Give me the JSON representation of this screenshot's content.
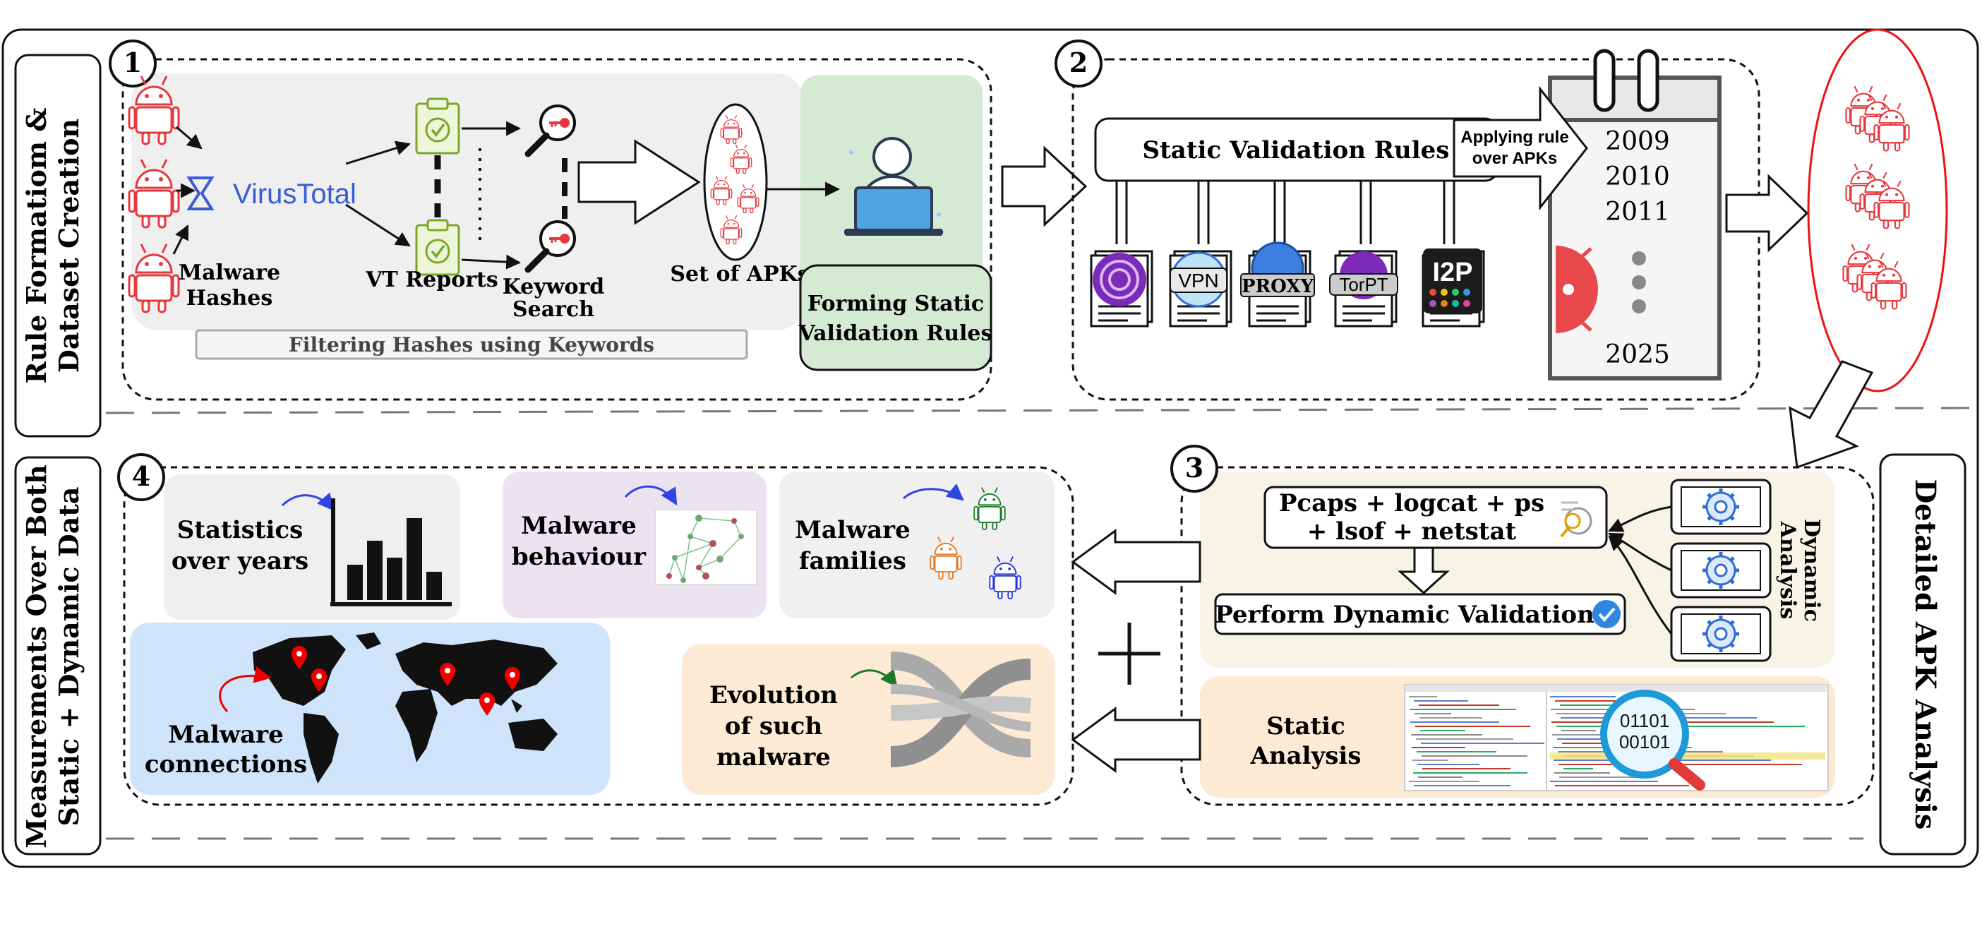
{
  "side_labels": {
    "top_left": "Rule Formatiom &\nDataset Creation",
    "bottom_left": "Measurements Over Both\nStatic + Dynamic Data",
    "right": "Detailed APK Analysis"
  },
  "steps": [
    "1",
    "2",
    "3",
    "4"
  ],
  "stage1": {
    "virustotal": "VirusTotal",
    "malware_hashes": "Malware\nHashes",
    "vt_reports": "VT Reports",
    "keyword_search": "Keyword\nSearch",
    "set_of_apks": "Set of APKs",
    "filtering": "Filtering Hashes using Keywords",
    "forming_rules": "Forming Static\nValidation Rules"
  },
  "stage2": {
    "static_rules": "Static Validation Rules",
    "applying": "Applying rule\nover APKs",
    "apps": [
      "VPN",
      "PROXY",
      "TorPT",
      "I2P"
    ],
    "years": [
      "2009",
      "2010",
      "2011",
      "2025"
    ]
  },
  "stage3": {
    "capture": "Pcaps + logcat + ps\n+ lsof + netstat",
    "perform": "Perform Dynamic Validation",
    "dynamic": "Dynamic\nAnalysis",
    "static": "Static\nAnalysis",
    "binary": "01101\n00101"
  },
  "stage4": {
    "stats": "Statistics\nover years",
    "behaviour": "Malware\nbehaviour",
    "families": "Malware\nfamilies",
    "connections": "Malware\nconnections",
    "evolution": "Evolution\nof such\nmalware"
  },
  "colors": {
    "android_red": "#e8373d",
    "virustotal_blue": "#3b5bdb",
    "panel_gray": "#efefef",
    "panel_green": "#d5ead2",
    "panel_cream": "#f7f3e6",
    "panel_peach": "#fcead5",
    "panel_purple": "#ece3f0",
    "panel_blue": "#cfe4fa",
    "verify_blue": "#2e86de"
  },
  "icons": [
    "android-icon",
    "virustotal-logo",
    "clipboard-check-icon",
    "magnifier-key-icon",
    "document-icon",
    "tor-icon",
    "globe-icon",
    "calendar-icon",
    "phone-gear-icon",
    "verify-badge-icon",
    "world-map-icon",
    "location-pin-icon",
    "bar-chart-icon",
    "sankey-icon",
    "laptop-user-icon"
  ]
}
